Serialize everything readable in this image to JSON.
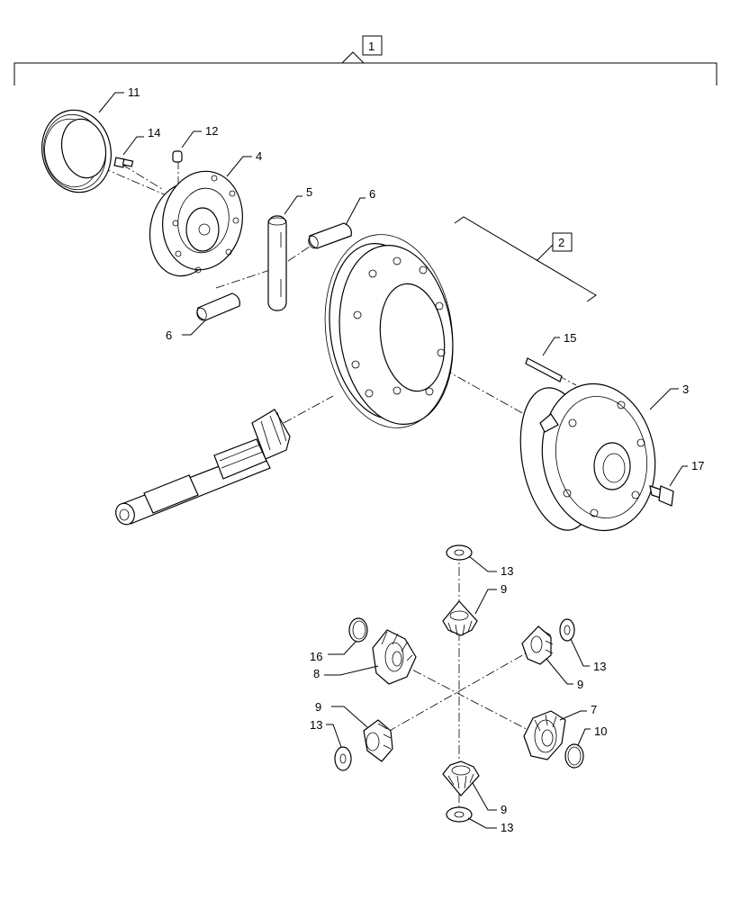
{
  "callouts": {
    "c1": "1",
    "c2": "2",
    "c3": "3",
    "c4": "4",
    "c5": "5",
    "c6a": "6",
    "c6b": "6",
    "c7": "7",
    "c8": "8",
    "c9a": "9",
    "c9b": "9",
    "c9c": "9",
    "c9d": "9",
    "c10": "10",
    "c11": "11",
    "c12": "12",
    "c13a": "13",
    "c13b": "13",
    "c13c": "13",
    "c13d": "13",
    "c14": "14",
    "c15": "15",
    "c16": "16",
    "c17": "17"
  }
}
